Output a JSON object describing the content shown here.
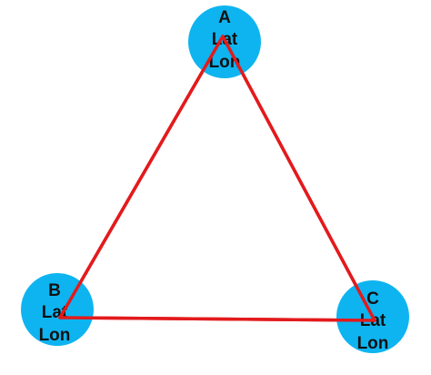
{
  "colors": {
    "node_fill": "#0eb4f0",
    "edge": "#e31a1c",
    "background": "#ffffff",
    "text": "#111111"
  },
  "nodes": [
    {
      "id": "A",
      "name": "A",
      "line1": "Lat",
      "line2": "Lon"
    },
    {
      "id": "B",
      "name": "B",
      "line1": "Lat",
      "line2": "Lon"
    },
    {
      "id": "C",
      "name": "C",
      "line1": "Lat",
      "line2": "Lon"
    }
  ],
  "edges": [
    {
      "from": "A",
      "to": "B"
    },
    {
      "from": "B",
      "to": "C"
    },
    {
      "from": "C",
      "to": "A"
    }
  ]
}
